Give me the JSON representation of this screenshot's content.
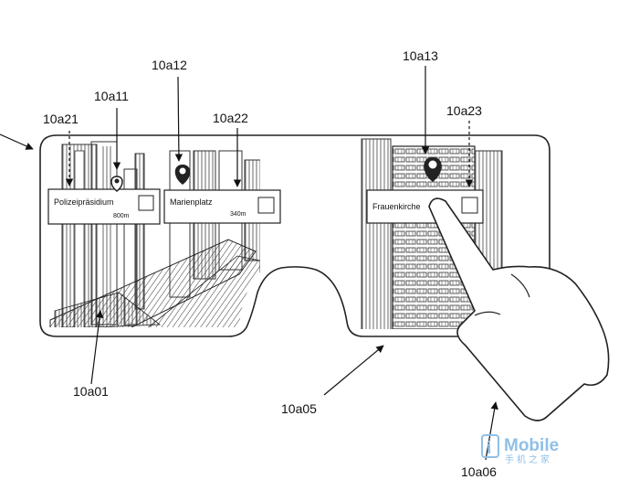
{
  "labels": {
    "ref_10a11": "10a11",
    "ref_10a12": "10a12",
    "ref_10a13": "10a13",
    "ref_10a21": "10a21",
    "ref_10a22": "10a22",
    "ref_10a23": "10a23",
    "ref_10a01": "10a01",
    "ref_10a05": "10a05",
    "ref_10a06": "10a06"
  },
  "poi_cards": {
    "card1": {
      "name": "Polizeipräsidium",
      "distance": "800m"
    },
    "card2": {
      "name": "Marienplatz",
      "distance": "340m"
    },
    "card3": {
      "name": "Frauenkirche",
      "distance": ""
    }
  },
  "watermark": {
    "brand": "Mobile",
    "subtitle": "手机之家"
  },
  "colors": {
    "line": "#222222",
    "watermark": "#8fc0e8"
  }
}
